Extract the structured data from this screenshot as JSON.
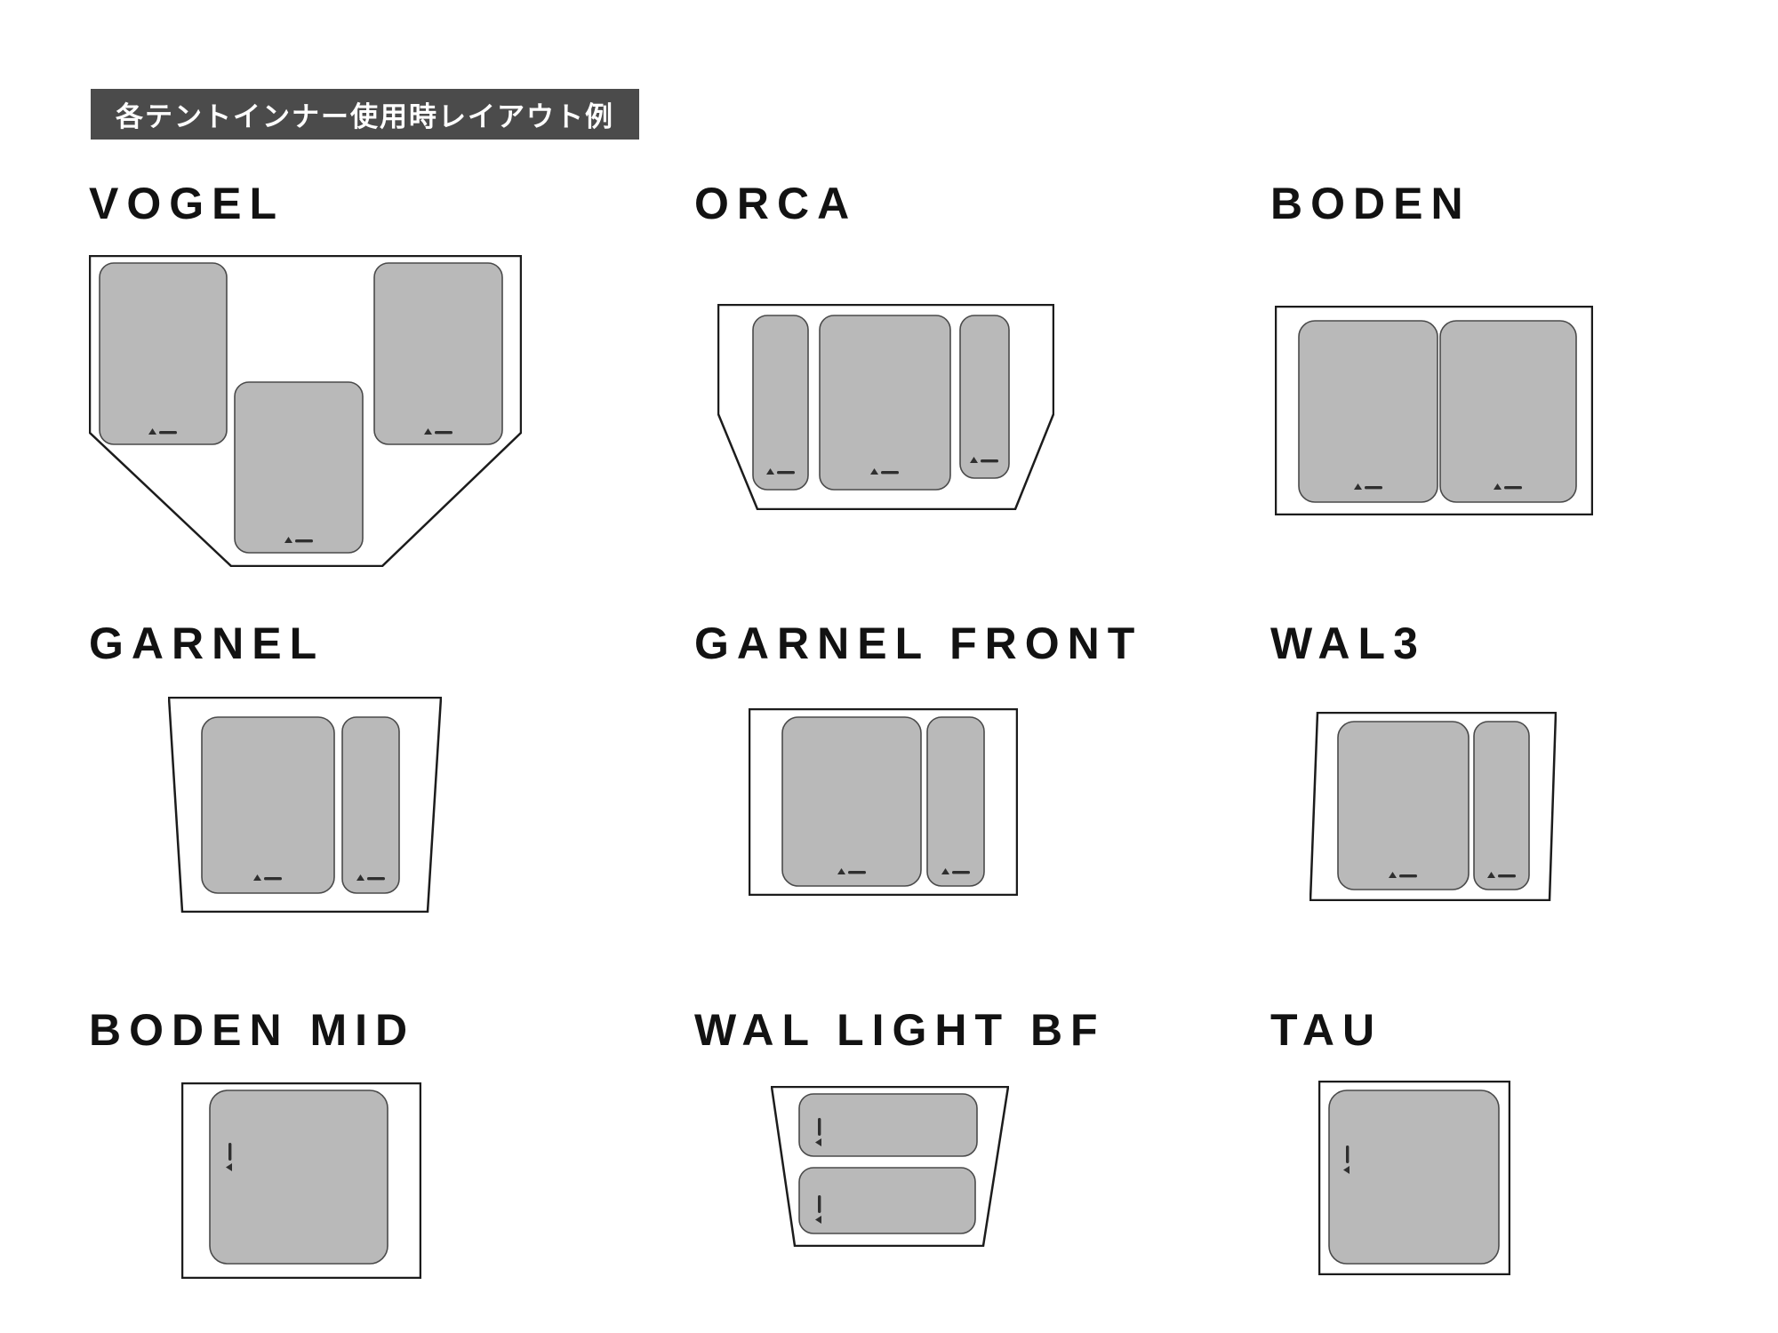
{
  "page": {
    "header_label": "各テントインナー使用時レイアウト例"
  },
  "tents": [
    {
      "name": "VOGEL",
      "inner_mats": 3,
      "floor_shape": "hexagon"
    },
    {
      "name": "ORCA",
      "inner_mats": 3,
      "floor_shape": "clipped-bottom-rectangle"
    },
    {
      "name": "BODEN",
      "inner_mats": 2,
      "floor_shape": "rectangle"
    },
    {
      "name": "GARNEL",
      "inner_mats": 2,
      "floor_shape": "trapezoid"
    },
    {
      "name": "GARNEL FRONT",
      "inner_mats": 2,
      "floor_shape": "rectangle"
    },
    {
      "name": "WAL3",
      "inner_mats": 2,
      "floor_shape": "trapezoid"
    },
    {
      "name": "BODEN MID",
      "inner_mats": 1,
      "floor_shape": "rectangle"
    },
    {
      "name": "WAL LIGHT BF",
      "inner_mats": 2,
      "floor_shape": "trapezoid"
    },
    {
      "name": "TAU",
      "inner_mats": 1,
      "floor_shape": "rectangle"
    }
  ]
}
